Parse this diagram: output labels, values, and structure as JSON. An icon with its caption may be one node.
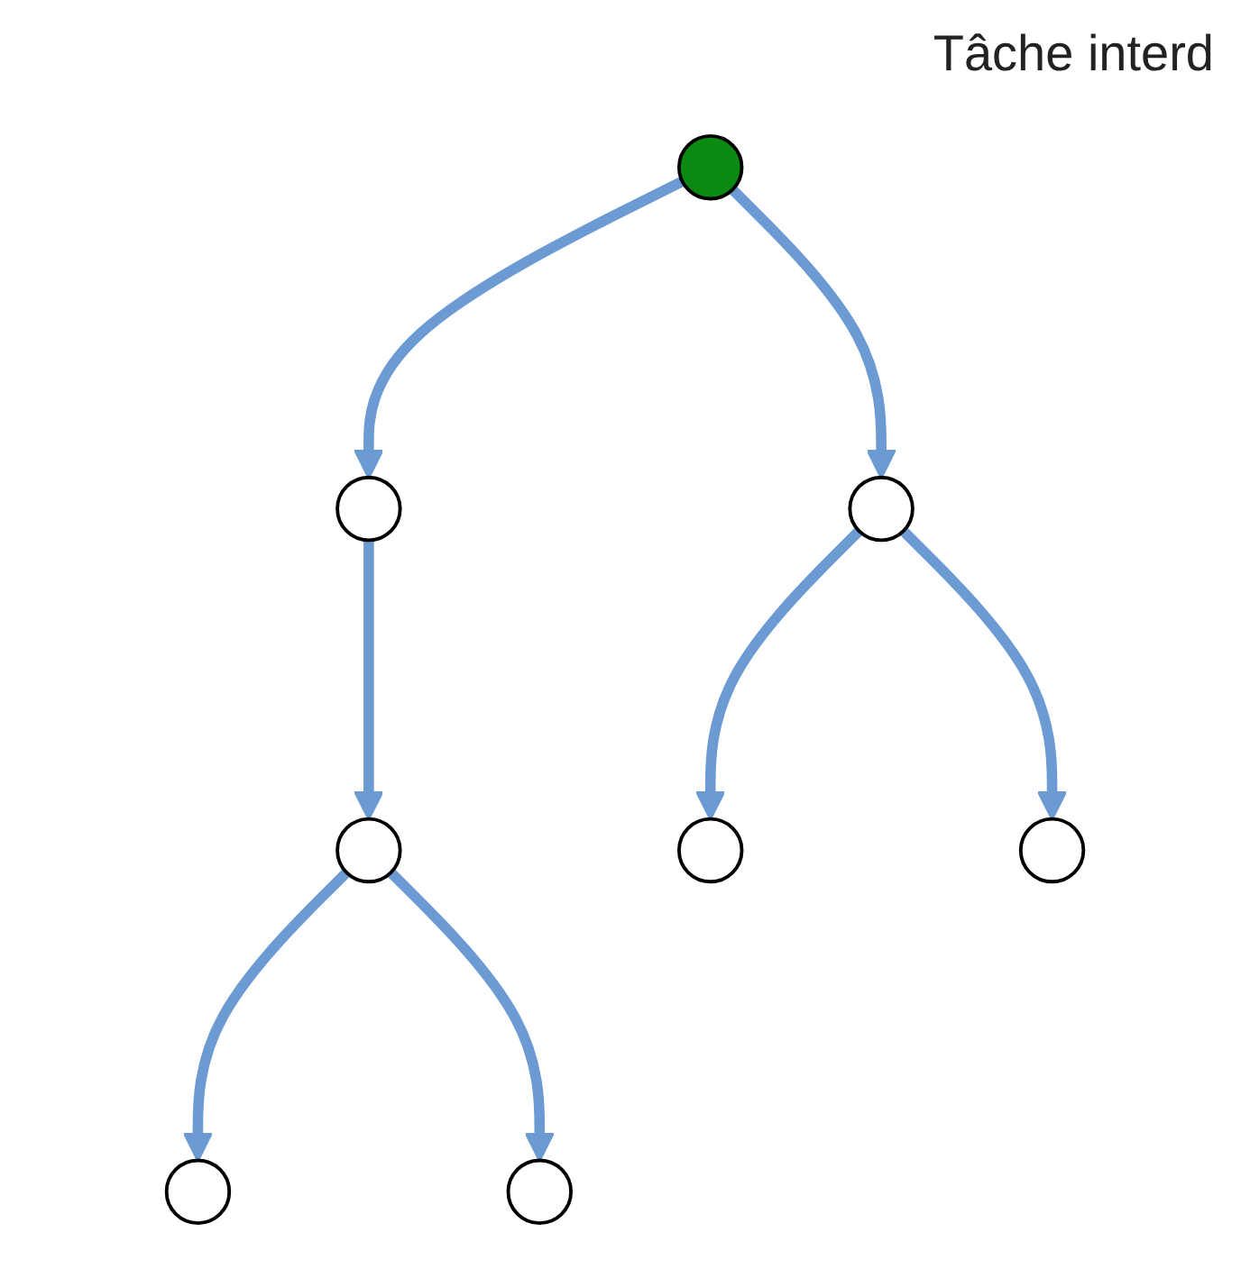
{
  "diagram": {
    "title": "Tâche interd",
    "nodes": [
      {
        "text": [],
        "shape": "circle"
      },
      {
        "text": [],
        "shape": "circle"
      },
      {
        "text": [],
        "shape": "circle"
      },
      {
        "text": [],
        "shape": "circle"
      },
      {
        "text": [],
        "shape": "circle"
      },
      {
        "text": [],
        "shape": "circle"
      },
      {
        "text": [],
        "shape": "circle"
      },
      {
        "text": [],
        "shape": "circle"
      }
    ],
    "edges": [
      {
        "from": 0,
        "to": 1,
        "arrow": "to"
      },
      {
        "from": 0,
        "to": 2,
        "arrow": "to"
      },
      {
        "from": 1,
        "to": 3,
        "arrow": "to"
      },
      {
        "from": 2,
        "to": 4,
        "arrow": "to"
      },
      {
        "from": 2,
        "to": 5,
        "arrow": "to"
      },
      {
        "from": 3,
        "to": 6,
        "arrow": "to"
      },
      {
        "from": 3,
        "to": 7,
        "arrow": "to"
      }
    ]
  }
}
